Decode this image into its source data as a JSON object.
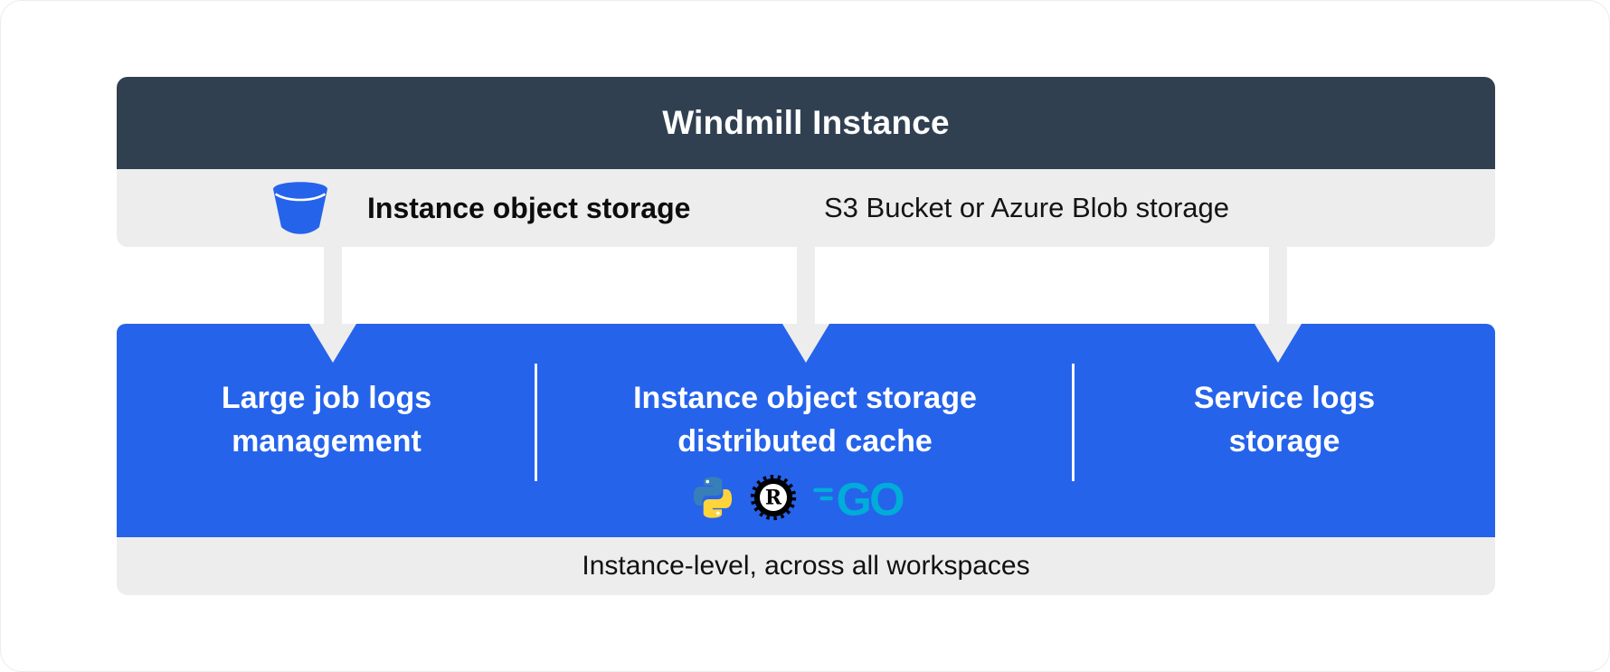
{
  "header": {
    "title": "Windmill Instance"
  },
  "storage_row": {
    "icon": "bucket-icon",
    "label": "Instance object storage",
    "description": "S3 Bucket or Azure Blob storage"
  },
  "panel": {
    "sections": [
      {
        "title_lines": [
          "Large job logs",
          "management"
        ],
        "icons": []
      },
      {
        "title_lines": [
          "Instance object storage",
          "distributed cache"
        ],
        "icons": [
          "python-icon",
          "rust-icon",
          "go-icon"
        ]
      },
      {
        "title_lines": [
          "Service logs",
          "storage"
        ],
        "icons": []
      }
    ]
  },
  "footer": {
    "label": "Instance-level, across all workspaces"
  },
  "colors": {
    "header_bg": "#304050",
    "accent_blue": "#2563EB",
    "bar_gray": "#EEEDED",
    "python_blue": "#387EB8",
    "python_yellow": "#FFD43B",
    "rust_black": "#000000",
    "go_teal": "#00ACD8"
  }
}
